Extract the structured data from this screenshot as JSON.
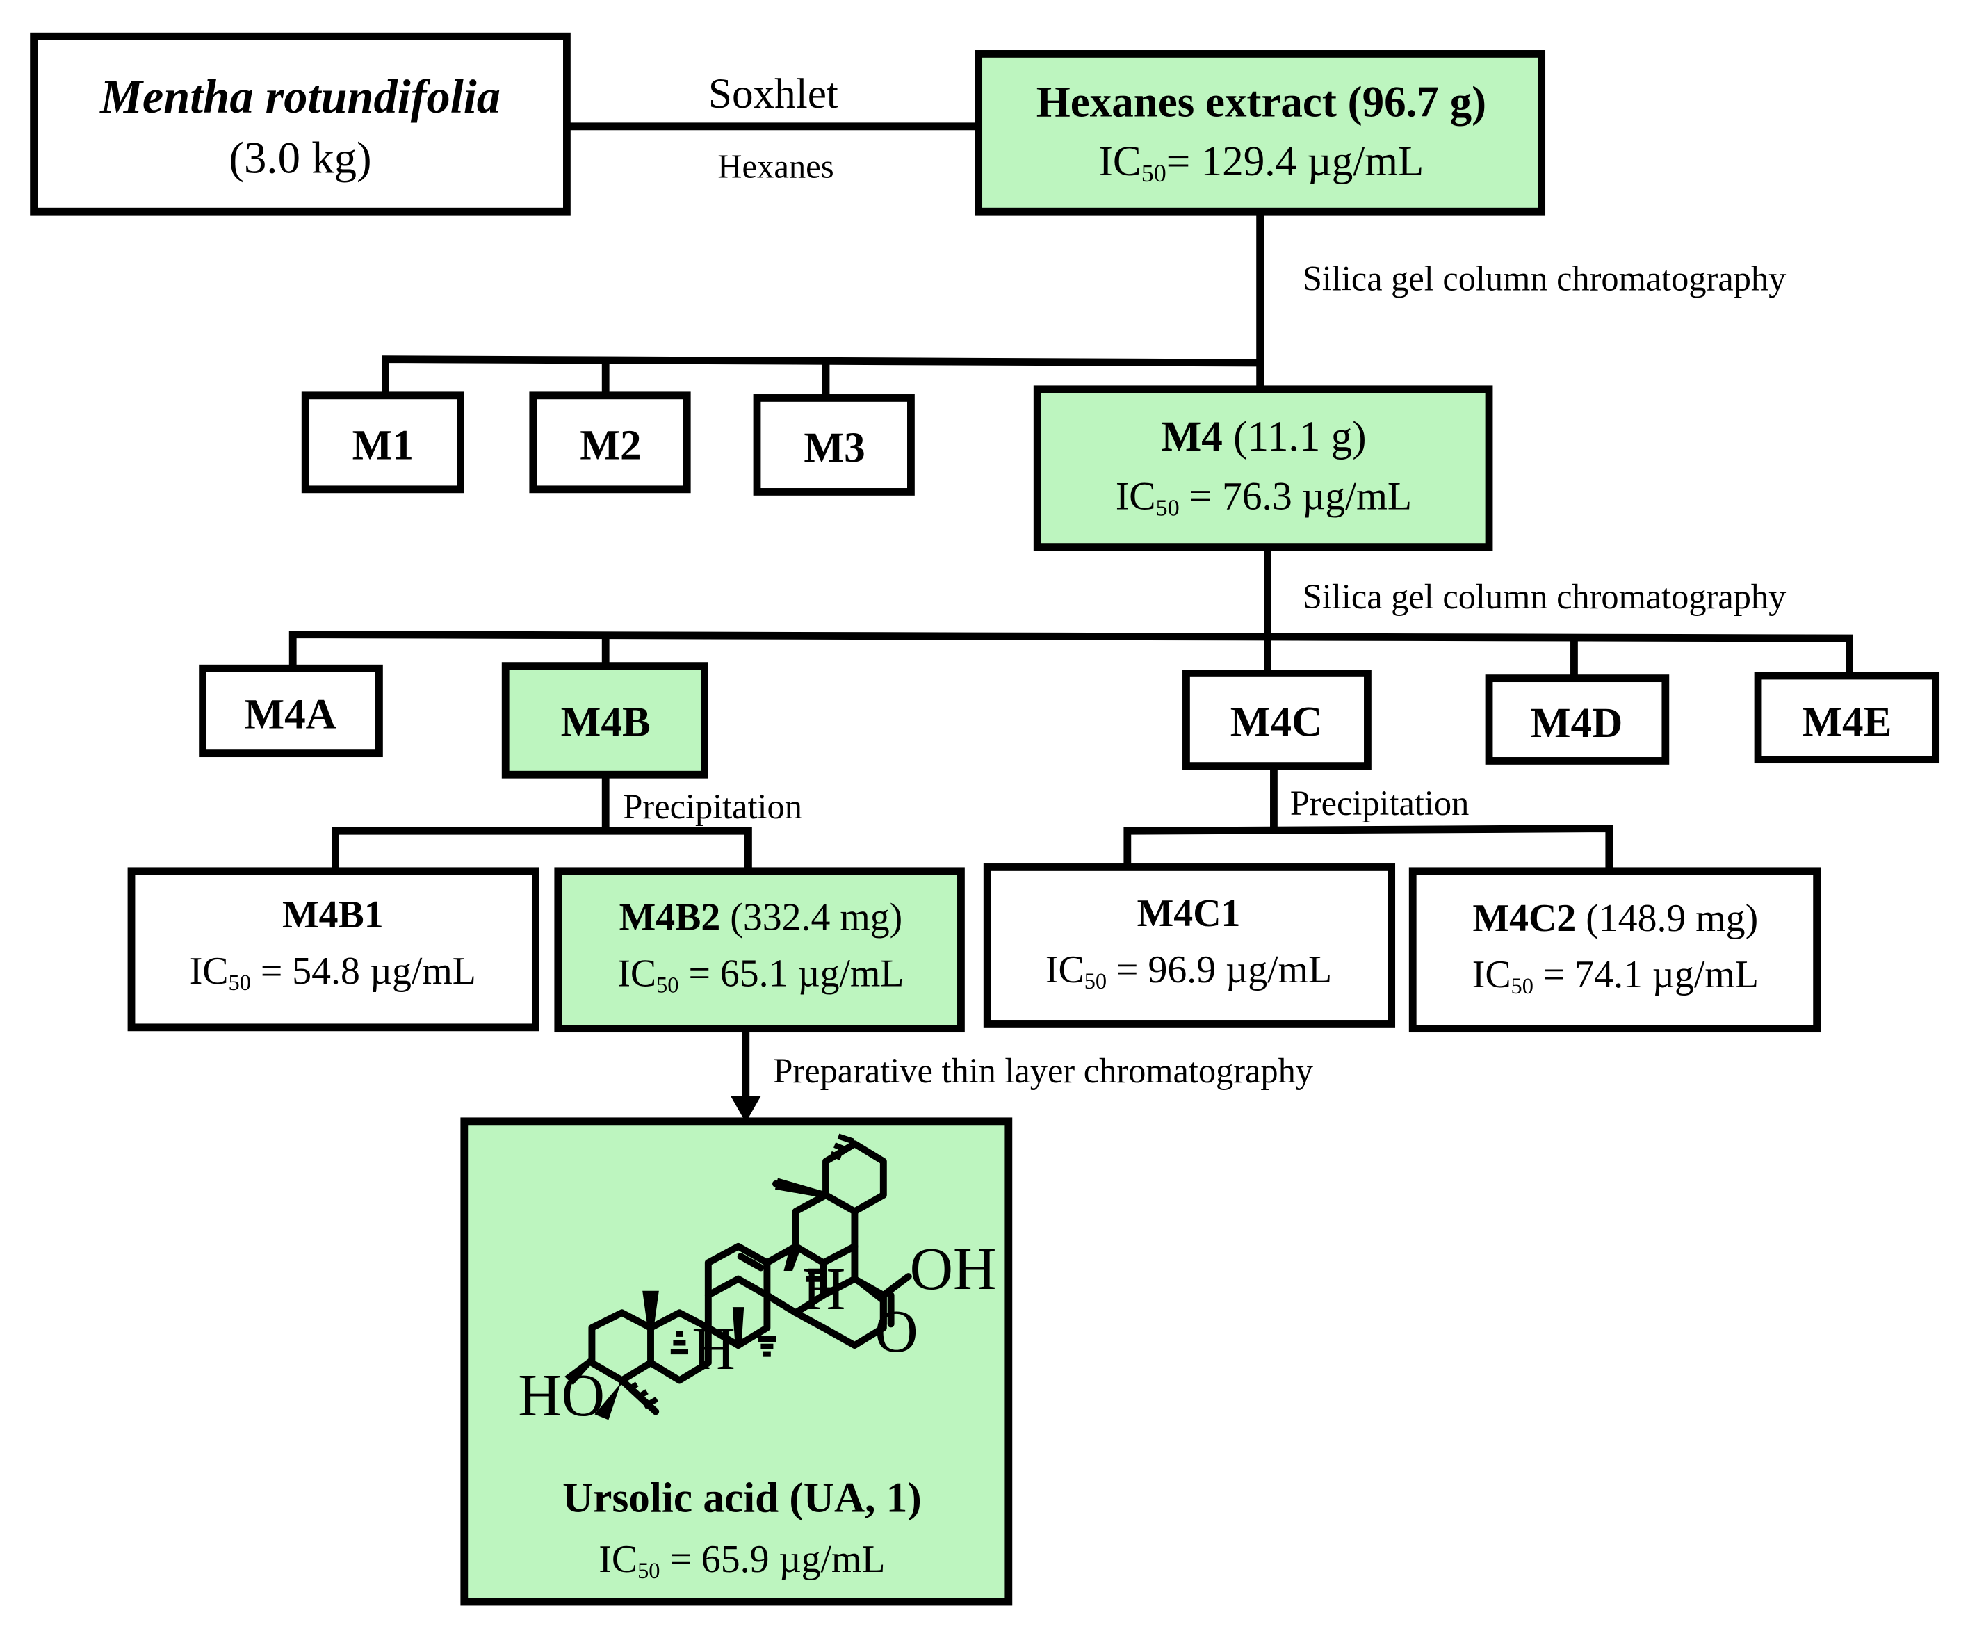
{
  "nodes": {
    "source": {
      "name": "Mentha rotundifolia",
      "detail": "(3.0 kg)"
    },
    "hexanes_extract": {
      "title": "Hexanes extract (96.7 g)",
      "ic50_label": "IC",
      "ic50_sub": "50",
      "ic50_value": "= 129.4 µg/mL"
    },
    "m1": {
      "label": "M1"
    },
    "m2": {
      "label": "M2"
    },
    "m3": {
      "label": "M3"
    },
    "m4": {
      "name": "M4",
      "amount": " (11.1 g)",
      "ic50_label": "IC",
      "ic50_sub": "50",
      "ic50_value": " = 76.3 µg/mL"
    },
    "m4a": {
      "label": "M4A"
    },
    "m4b": {
      "label": "M4B"
    },
    "m4c": {
      "label": "M4C"
    },
    "m4d": {
      "label": "M4D"
    },
    "m4e": {
      "label": "M4E"
    },
    "m4b1": {
      "name": "M4B1",
      "ic50_label": "IC",
      "ic50_sub": "50",
      "ic50_value": " = 54.8 µg/mL"
    },
    "m4b2": {
      "name": "M4B2",
      "amount": " (332.4 mg)",
      "ic50_label": "IC",
      "ic50_sub": "50",
      "ic50_value": " = 65.1 µg/mL"
    },
    "m4c1": {
      "name": "M4C1",
      "ic50_label": "IC",
      "ic50_sub": "50",
      "ic50_value": " = 96.9 µg/mL"
    },
    "m4c2": {
      "name": "M4C2",
      "amount": " (148.9 mg)",
      "ic50_label": "IC",
      "ic50_sub": "50",
      "ic50_value": " = 74.1 µg/mL"
    },
    "ursolic_acid": {
      "title": "Ursolic acid (UA, 1)",
      "ic50_label": "IC",
      "ic50_sub": "50",
      "ic50_value": " = 65.9 µg/mL"
    }
  },
  "edge_labels": {
    "soxhlet": "Soxhlet",
    "hexanes": "Hexanes",
    "silica_1": "Silica gel column chromatography",
    "silica_2": "Silica gel column chromatography",
    "precip_b": "Precipitation",
    "precip_c": "Precipitation",
    "prep_tlc": "Preparative thin layer chromatography"
  },
  "structure_labels": {
    "oh": "OH",
    "o": "O",
    "h1": "H",
    "h2": "H",
    "ho": "HO"
  },
  "colors": {
    "highlight_fill": "#bdf5bf",
    "line": "#000000",
    "box_fill": "#ffffff"
  }
}
